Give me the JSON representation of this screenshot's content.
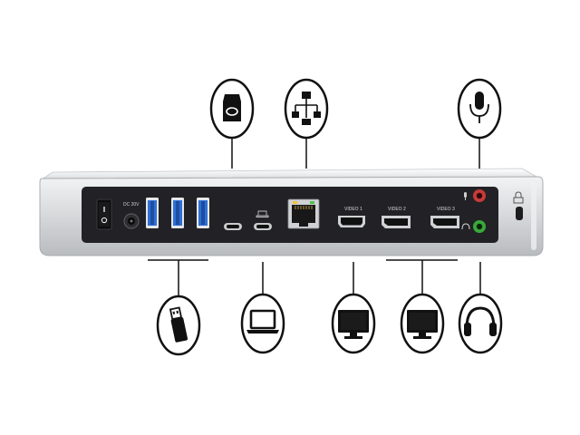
{
  "product": {
    "panel_labels": {
      "dc_in": "DC 20V",
      "video_1": "VIDEO 1",
      "video_2": "VIDEO 2",
      "video_3": "VIDEO 3"
    }
  },
  "callouts_top": [
    {
      "name": "storage-drive-icon"
    },
    {
      "name": "network-icon"
    },
    {
      "name": "microphone-icon"
    }
  ],
  "callouts_bottom": [
    {
      "name": "usb-flash-drive-icon"
    },
    {
      "name": "laptop-icon"
    },
    {
      "name": "monitor-icon"
    },
    {
      "name": "monitor-icon"
    },
    {
      "name": "headphones-icon"
    }
  ],
  "colors": {
    "usb3_blue": "#2f6fd6",
    "mic_jack": "#c83a3a",
    "audio_jack": "#3aa83a",
    "panel": "#222226",
    "chassis": "#cfd1d4",
    "icon_stroke": "#111111"
  }
}
